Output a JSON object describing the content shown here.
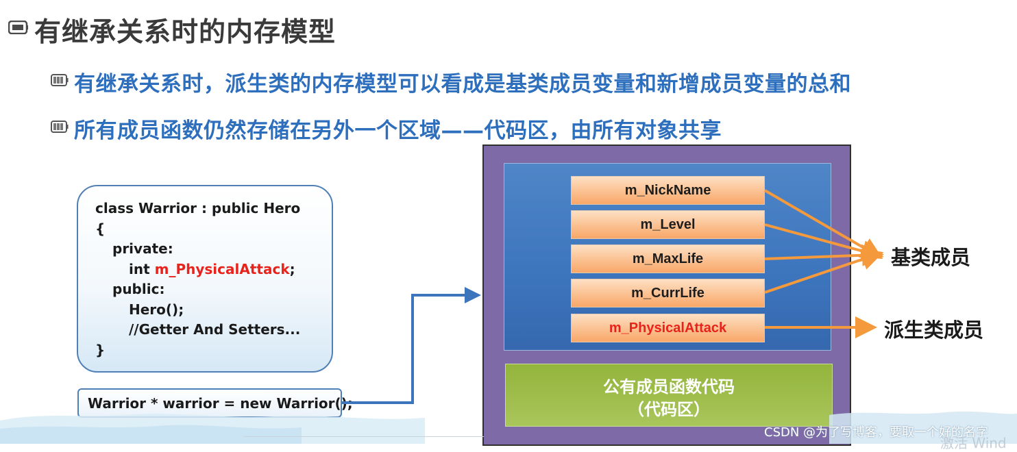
{
  "slide": {
    "title": "有继承关系时的内存模型",
    "bullets": [
      "有继承关系时，派生类的内存模型可以看成是基类成员变量和新增成员变量的总和",
      "所有成员函数仍然存储在另外一个区域——代码区，由所有对象共享"
    ]
  },
  "code": {
    "lines": [
      "class Warrior : public Hero",
      "{",
      "private:",
      "int ",
      "m_PhysicalAttack",
      ";",
      "public:",
      "Hero();",
      "//Getter And Setters...",
      "}"
    ],
    "instantiation": "Warrior * warrior = new Warrior();"
  },
  "memory": {
    "fields": [
      {
        "name": "m_NickName",
        "kind": "base"
      },
      {
        "name": "m_Level",
        "kind": "base"
      },
      {
        "name": "m_MaxLife",
        "kind": "base"
      },
      {
        "name": "m_CurrLife",
        "kind": "base"
      },
      {
        "name": "m_PhysicalAttack",
        "kind": "derived"
      }
    ],
    "code_area_title": "公有成员函数代码",
    "code_area_sub": "（代码区）",
    "base_label": "基类成员",
    "derived_label": "派生类成员"
  },
  "footer": {
    "watermark": "CSDN @为了写博客，要取一个好的名字",
    "activate": "激活 Wind"
  },
  "colors": {
    "title_text": "#3a3a3a",
    "bullet_text": "#2e6fbd",
    "highlight_red": "#e8231b",
    "memory_outer": "#7f6aa8",
    "memory_inner": "#3d75bd",
    "field_fill": "#fbc090",
    "code_area": "#a0be4c",
    "arrow_orange": "#f59a3c",
    "arrow_blue": "#3c75bc"
  },
  "icons": {
    "title": "slide-bullet-icon",
    "bullet": "battery-bullet-icon"
  }
}
